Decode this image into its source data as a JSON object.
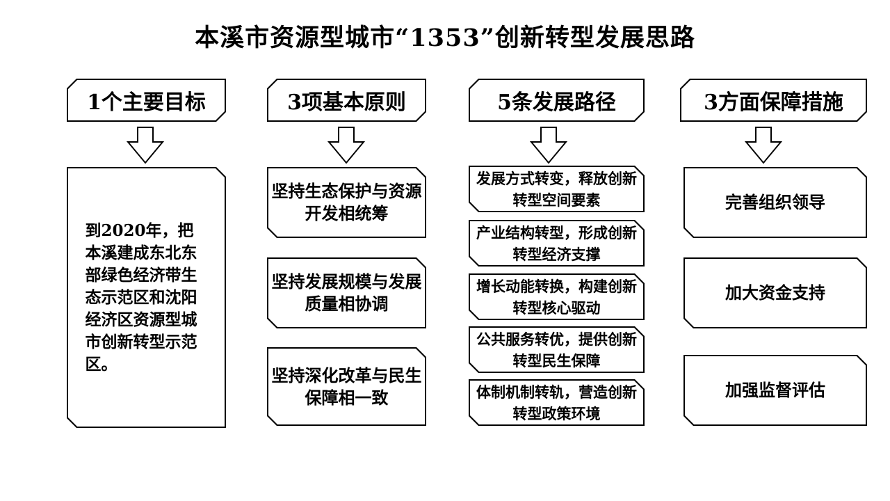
{
  "title": "本溪市资源型城市“1353”创新转型发展思路",
  "columns": [
    {
      "header": "1个主要目标",
      "items": [
        "到2020年，把本溪建成东北东部绿色经济带生态示范区和沈阳经济区资源型城市创新转型示范区。"
      ]
    },
    {
      "header": "3项基本原则",
      "items": [
        "坚持生态保护与资源开发相统筹",
        "坚持发展规模与发展质量相协调",
        "坚持深化改革与民生保障相一致"
      ]
    },
    {
      "header": "5条发展路径",
      "items": [
        "发展方式转变，释放创新转型空间要素",
        "产业结构转型，形成创新转型经济支撑",
        "增长动能转换，构建创新转型核心驱动",
        "公共服务转优，提供创新转型民生保障",
        "体制机制转轨，营造创新转型政策环境"
      ]
    },
    {
      "header": "3方面保障措施",
      "items": [
        "完善组织领导",
        "加大资金支持",
        "加强监督评估"
      ]
    }
  ],
  "arrow_icon": "down-arrow-icon"
}
